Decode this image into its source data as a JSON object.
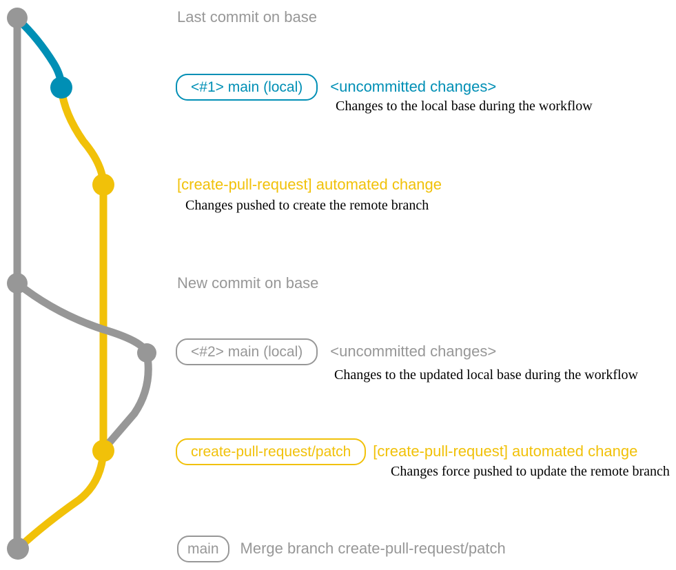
{
  "colors": {
    "gray": "#979797",
    "blue": "#008fb5",
    "yellow": "#f1c109",
    "note": "#000000",
    "background": "#ffffff"
  },
  "graph": {
    "type": "git-graph",
    "branches": [
      {
        "name": "base",
        "color": "#979797"
      },
      {
        "name": "main-local-first",
        "color": "#008fb5"
      },
      {
        "name": "create-pull-request-patch",
        "color": "#f1c109"
      },
      {
        "name": "main-local-second",
        "color": "#979797"
      }
    ],
    "commits": [
      {
        "id": "last-commit-on-base",
        "branch": "base"
      },
      {
        "id": "uncommitted-changes-1",
        "branch": "main-local-first"
      },
      {
        "id": "automated-change-1",
        "branch": "create-pull-request-patch"
      },
      {
        "id": "new-commit-on-base",
        "branch": "base"
      },
      {
        "id": "uncommitted-changes-2",
        "branch": "main-local-second"
      },
      {
        "id": "automated-change-2",
        "branch": "create-pull-request-patch"
      },
      {
        "id": "merge-commit",
        "branch": "base"
      }
    ]
  },
  "annotations": {
    "top_label": "Last commit on base",
    "section1": {
      "branch_box": "<#1> main (local)",
      "status": "<uncommitted changes>",
      "note": "Changes to the local base during the workflow"
    },
    "push1": {
      "title": "[create-pull-request] automated change",
      "note": "Changes pushed to create the remote branch"
    },
    "mid_label": "New commit on base",
    "section2": {
      "branch_box": "<#2> main (local)",
      "status": "<uncommitted changes>",
      "note": "Changes to the updated local base during the workflow"
    },
    "push2": {
      "branch_box": "create-pull-request/patch",
      "title": "[create-pull-request] automated change",
      "note": "Changes force pushed to update the remote branch"
    },
    "merge": {
      "branch_box": "main",
      "text": "Merge branch create-pull-request/patch"
    }
  }
}
